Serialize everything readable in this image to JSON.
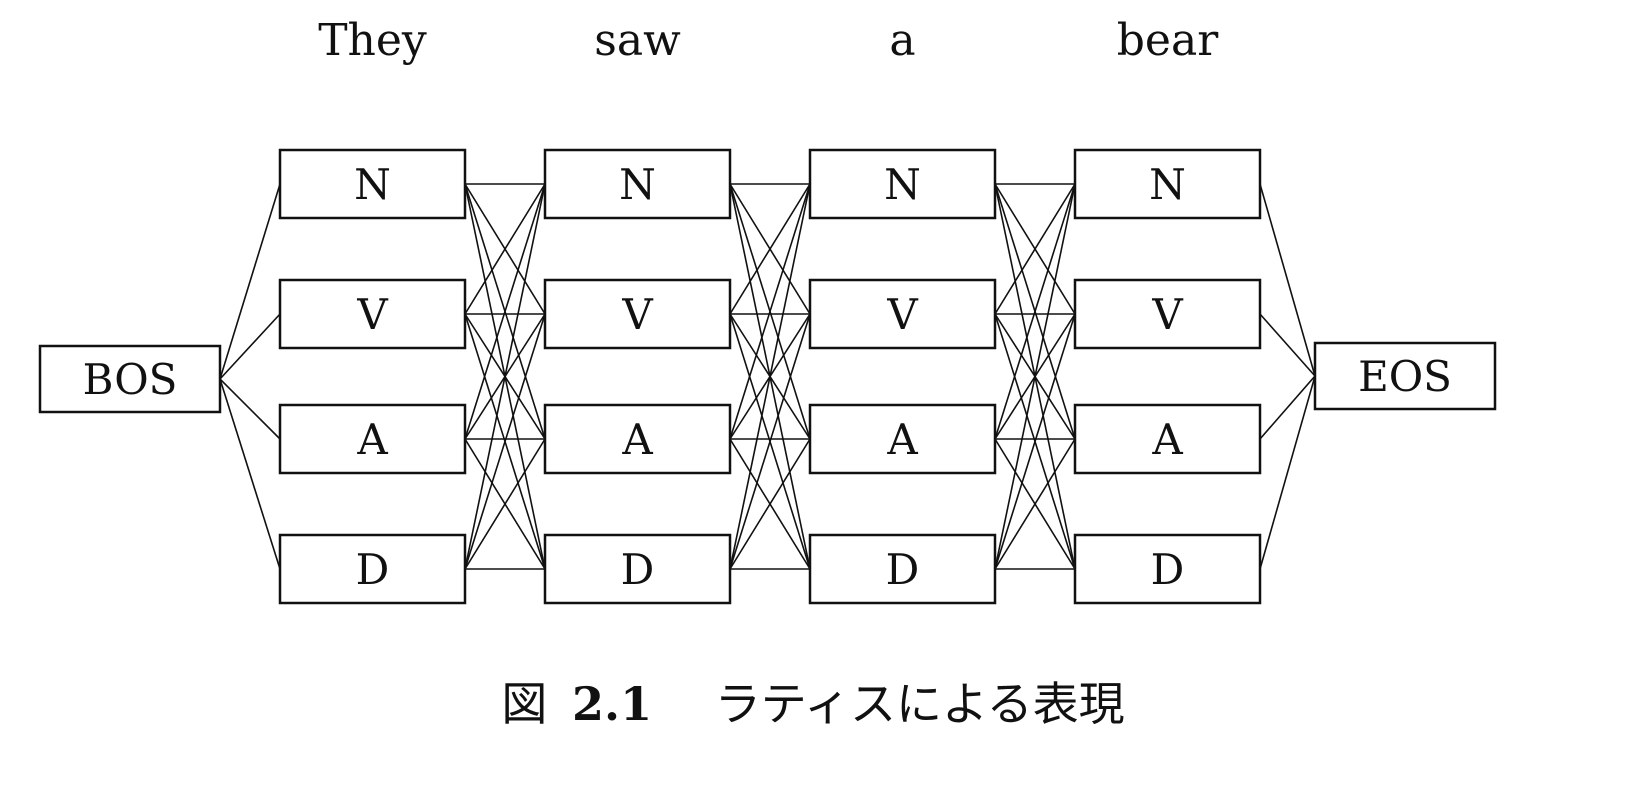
{
  "words": [
    "They",
    "saw",
    "a",
    "bear"
  ],
  "tags": [
    "N",
    "V",
    "A",
    "D"
  ],
  "start_label": "BOS",
  "end_label": "EOS",
  "caption": {
    "prefix": "図",
    "number": "2.1",
    "text": "ラティスによる表現"
  }
}
